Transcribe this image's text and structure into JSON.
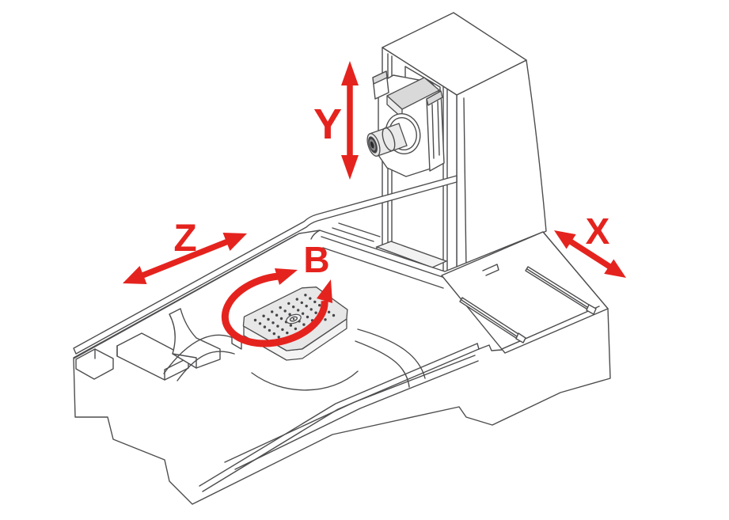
{
  "diagram": {
    "subject": "horizontal machining center with rotary pallet",
    "background_color": "#ffffff",
    "line_color": "#4d4d4f",
    "accent_color": "#e5231e",
    "pallet_fill_color": "#e7e7e8",
    "axis_annotations": [
      {
        "label": "Y",
        "arrow_icon": "double-arrow-vertical"
      },
      {
        "label": "Z",
        "arrow_icon": "double-arrow-diagonal"
      },
      {
        "label": "B",
        "arrow_icon": "rotation-arc-arrow"
      },
      {
        "label": "X",
        "arrow_icon": "double-arrow-diagonal"
      }
    ],
    "parts": [
      "column",
      "spindle-head",
      "spindle-nose",
      "rear-rim-wall",
      "machine-bed",
      "x-axis-bed",
      "linear-guide-rails",
      "rotary-pallet",
      "pallet-hole-grid"
    ]
  }
}
